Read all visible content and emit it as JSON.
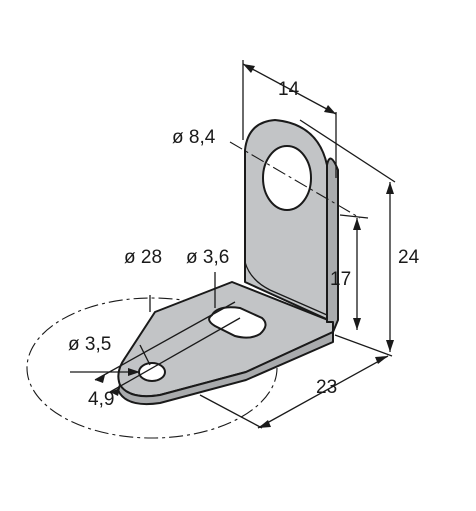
{
  "dimensions": {
    "width_top": "14",
    "hole_top": "ø 8,4",
    "total_height": "24",
    "hole_height": "17",
    "circle_diameter": "ø 28",
    "slot_width": "ø 3,6",
    "hole_small": "ø 3,5",
    "hole_offset": "4,9",
    "base_length": "23"
  }
}
